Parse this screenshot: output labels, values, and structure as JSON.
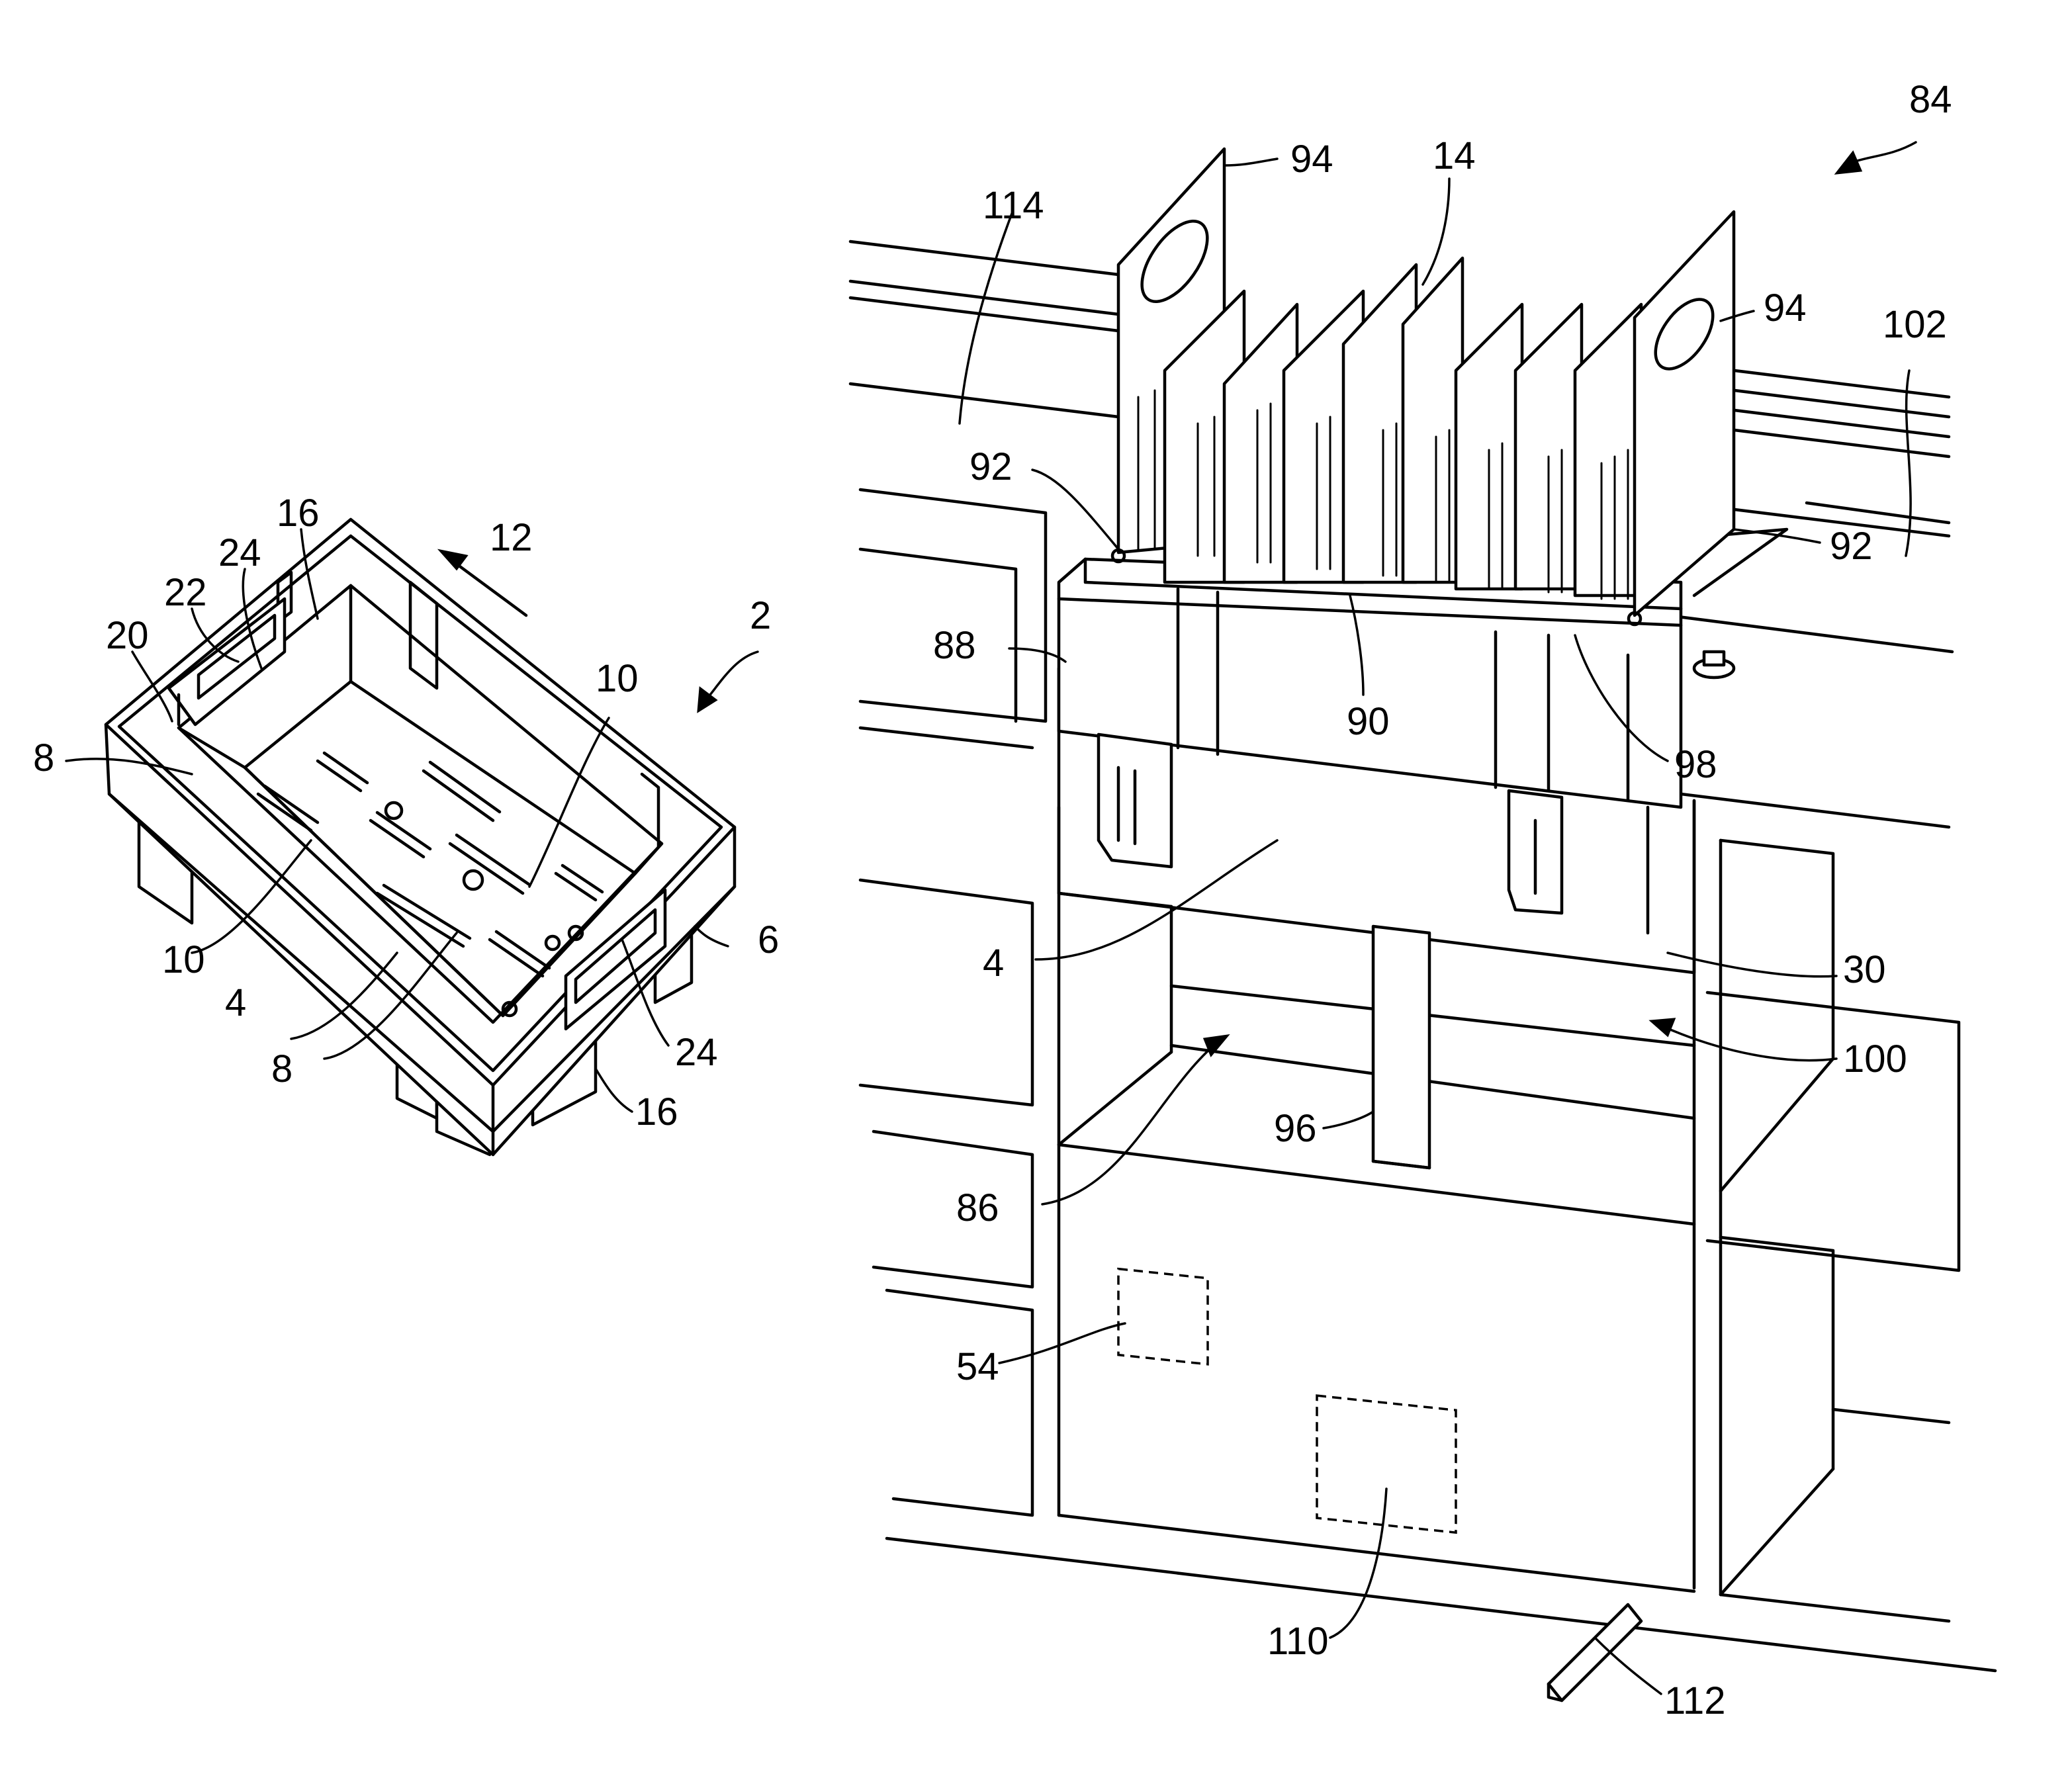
{
  "labels": {
    "l2": "2",
    "l4a": "4",
    "l4b": "4",
    "l6": "6",
    "l8a": "8",
    "l8b": "8",
    "l10a": "10",
    "l10b": "10",
    "l12": "12",
    "l14": "14",
    "l16a": "16",
    "l16b": "16",
    "l20": "20",
    "l22": "22",
    "l24a": "24",
    "l24b": "24",
    "l30": "30",
    "l54": "54",
    "l84": "84",
    "l86": "86",
    "l88": "88",
    "l90": "90",
    "l92a": "92",
    "l92b": "92",
    "l94a": "94",
    "l94b": "94",
    "l96": "96",
    "l98": "98",
    "l100": "100",
    "l102": "102",
    "l110": "110",
    "l112": "112",
    "l114": "114"
  }
}
